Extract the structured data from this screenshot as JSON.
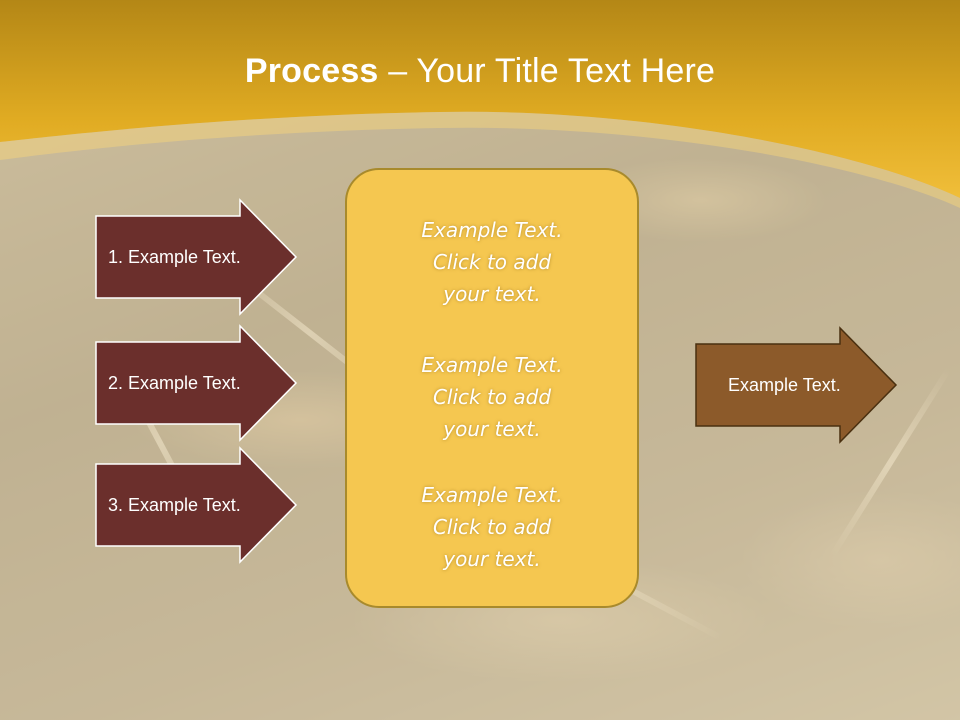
{
  "slide": {
    "title_bold": "Process",
    "title_rest": " – Your Title Text Here"
  },
  "left_arrows": [
    {
      "label": "1. Example Text."
    },
    {
      "label": "2. Example Text."
    },
    {
      "label": "3. Example Text."
    }
  ],
  "center_box": {
    "blocks": [
      {
        "line1": "Example Text.",
        "line2": "Click  to add",
        "line3": "your text."
      },
      {
        "line1": "Example Text.",
        "line2": "Click  to add",
        "line3": "your text."
      },
      {
        "line1": "Example Text.",
        "line2": "Click  to add",
        "line3": "your text."
      }
    ]
  },
  "right_arrow": {
    "label": "Example Text."
  },
  "colors": {
    "header_gold": "#d4a21e",
    "left_arrow_fill": "#6b2f2c",
    "right_arrow_fill": "#8c5a2a",
    "center_box_fill": "#f5c750",
    "title_text": "#ffffff"
  }
}
